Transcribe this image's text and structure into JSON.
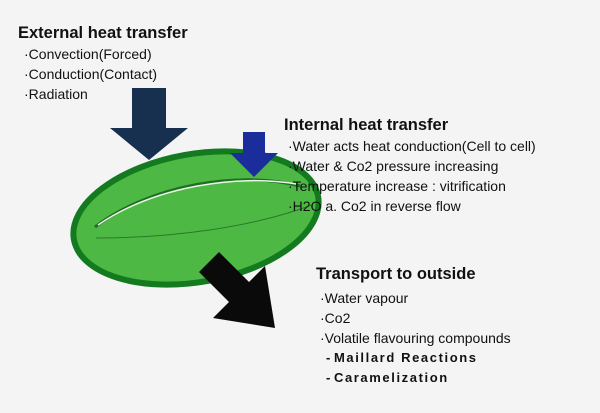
{
  "external": {
    "title": "External heat transfer",
    "items": [
      "Convection(Forced)",
      "Conduction(Contact)",
      "Radiation"
    ]
  },
  "internal": {
    "title": "Internal heat transfer",
    "items": [
      "Water acts heat conduction(Cell to cell)",
      "Water & Co2 pressure increasing",
      "Temperature increase : vitrification",
      "H2O a. Co2 in reverse flow"
    ]
  },
  "transport": {
    "title": "Transport to outside",
    "items": [
      "Water vapour",
      "Co2",
      "Volatile flavouring compounds"
    ],
    "subitems": [
      "Maillard Reactions",
      "Caramelization"
    ]
  },
  "bullet": "·",
  "colors": {
    "background": "#f4f4f4",
    "bean_fill": "#4db843",
    "bean_outline": "#137a20",
    "arrow_external": "#17304f",
    "arrow_internal": "#1a2d9b",
    "arrow_transport": "#0a0a0a",
    "text": "#111111"
  }
}
